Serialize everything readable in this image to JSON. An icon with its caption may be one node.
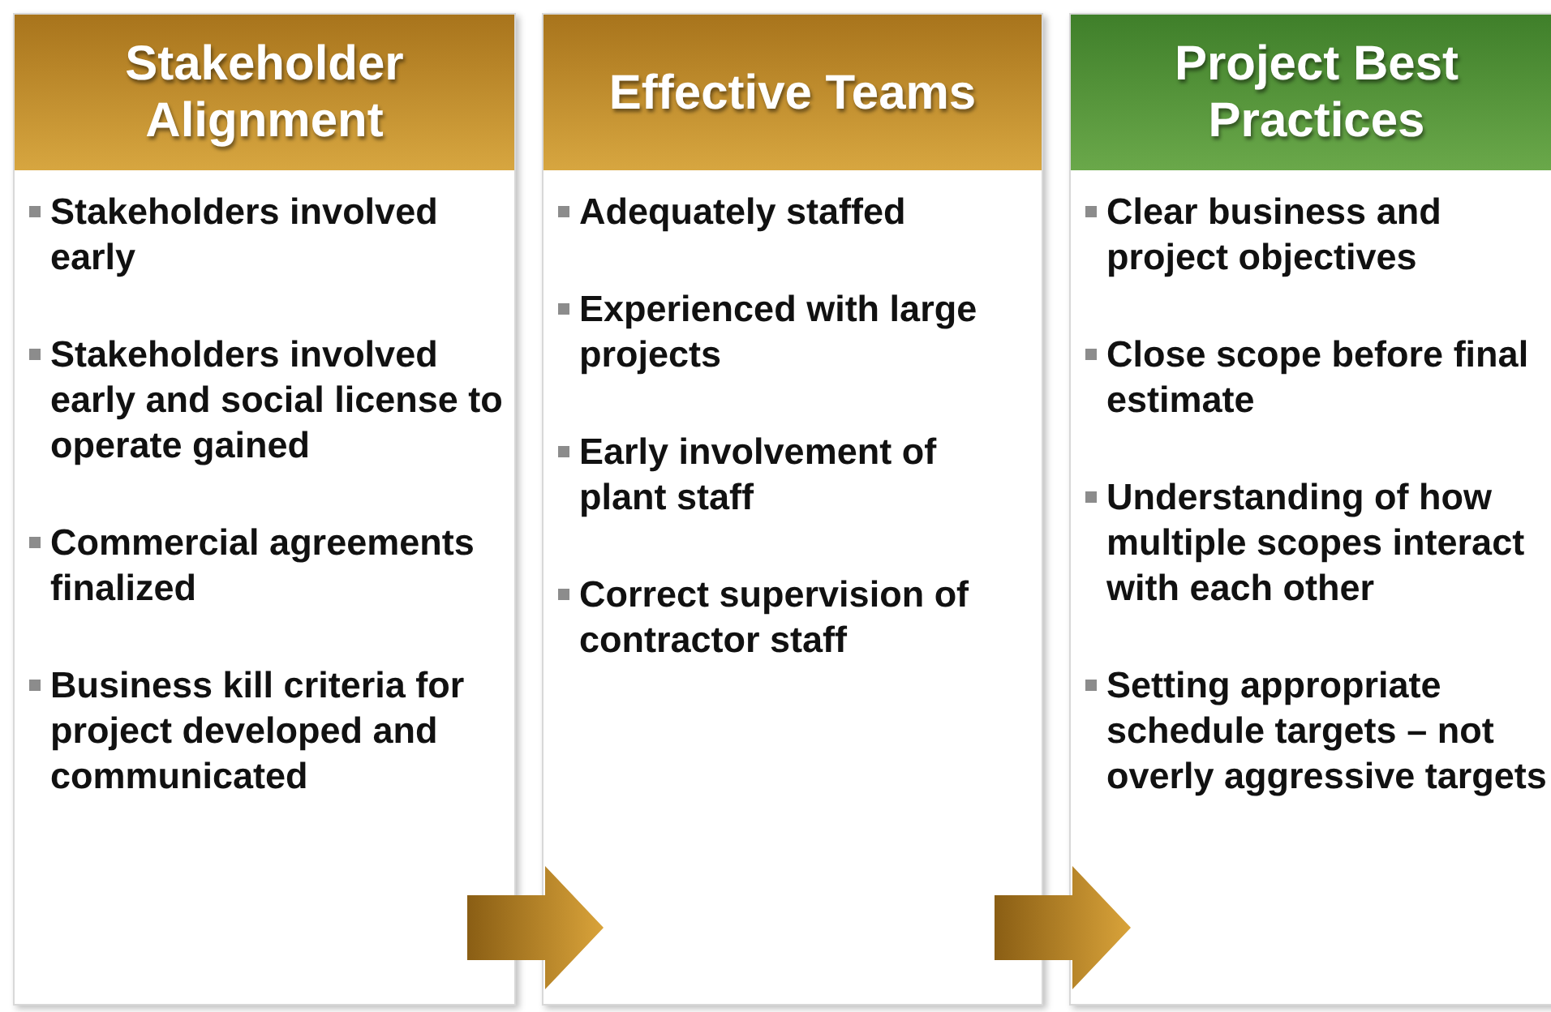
{
  "diagram": {
    "nodes": [
      {
        "text": [
          "Stakeholder Alignment",
          "Stakeholders involved early",
          "Stakeholders involved early and social license to operate gained",
          "Commercial agreements finalized",
          "Business kill criteria for project developed and communicated"
        ]
      },
      {
        "text": [
          "Effective Teams",
          "Adequately staffed",
          "Experienced with large projects",
          "Early involvement of plant staff",
          "Correct supervision of contractor staff"
        ]
      },
      {
        "text": [
          "Project Best Practices",
          "Clear business and project objectives",
          "Close scope before final estimate",
          "Understanding of how multiple scopes interact with each other",
          "Setting appropriate schedule targets – not overly aggressive targets"
        ]
      }
    ],
    "edges": [
      {
        "from": 0,
        "to": 1,
        "arrow": "to"
      },
      {
        "from": 1,
        "to": 2,
        "arrow": "to"
      }
    ]
  }
}
